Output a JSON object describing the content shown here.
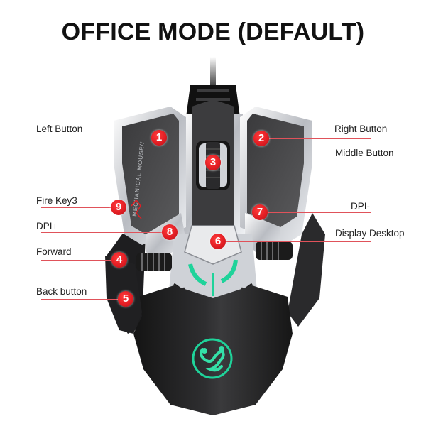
{
  "title": "OFFICE MODE (DEFAULT)",
  "product_text": "MECHANICAL MOUSE//",
  "colors": {
    "callout_red": "#e31e24",
    "callout_line": "#e0525a",
    "led_green": "#1fd39a",
    "body_black": "#1c1c1e",
    "chrome": "#d9dadc"
  },
  "callouts": [
    {
      "number": "1",
      "label": "Left Button",
      "side": "left"
    },
    {
      "number": "2",
      "label": "Right Button",
      "side": "right"
    },
    {
      "number": "3",
      "label": "Middle Button",
      "side": "right"
    },
    {
      "number": "4",
      "label": "Forward",
      "side": "left"
    },
    {
      "number": "5",
      "label": "Back button",
      "side": "left"
    },
    {
      "number": "6",
      "label": "Display Desktop",
      "side": "right"
    },
    {
      "number": "7",
      "label": "DPI-",
      "side": "right"
    },
    {
      "number": "8",
      "label": "DPI+",
      "side": "left"
    },
    {
      "number": "9",
      "label": "Fire Key3",
      "side": "left"
    }
  ],
  "logo": "scorpion-logo"
}
